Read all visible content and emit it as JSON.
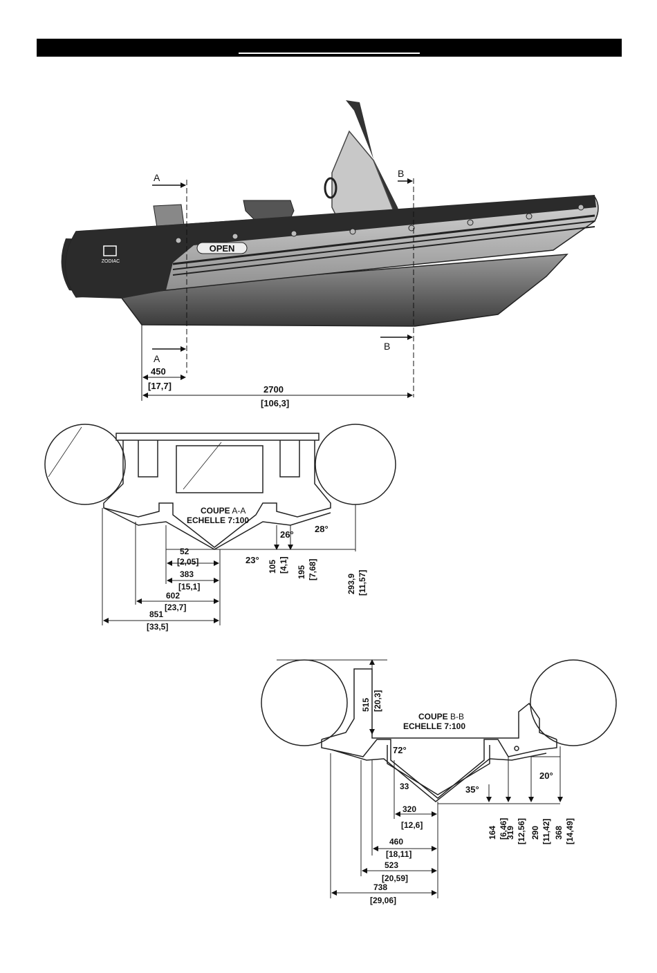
{
  "header": {
    "title": ""
  },
  "side_view": {
    "brand": "ZODIAC",
    "model_badge": "OPEN",
    "section_a_label": "A",
    "section_b_label": "B",
    "dim_450": "450",
    "dim_450_in": "[17,7]",
    "dim_2700": "2700",
    "dim_2700_in": "[106,3]"
  },
  "section_aa": {
    "title": "COUPE",
    "title_suffix": "A-A",
    "scale": "ECHELLE 7:100",
    "angle_26": "26°",
    "angle_28": "28°",
    "angle_23": "23°",
    "dim_52": "52",
    "dim_52_in": "[2,05]",
    "dim_383": "383",
    "dim_383_in": "[15,1]",
    "dim_602": "602",
    "dim_602_in": "[23,7]",
    "dim_851": "851",
    "dim_851_in": "[33,5]",
    "dim_105": "105",
    "dim_105_in": "[4,1]",
    "dim_195": "195",
    "dim_195_in": "[7,68]",
    "dim_2939": "293,9",
    "dim_2939_in": "[11,57]"
  },
  "section_bb": {
    "title": "COUPE",
    "title_suffix": "B-B",
    "scale": "ECHELLE 7:100",
    "dim_515": "515",
    "dim_515_in": "[20,3]",
    "angle_72": "72°",
    "angle_35": "35°",
    "angle_20": "20°",
    "dim_33": "33",
    "dim_320": "320",
    "dim_320_in": "[12,6]",
    "dim_460": "460",
    "dim_460_in": "[18,11]",
    "dim_523": "523",
    "dim_523_in": "[20,59]",
    "dim_738": "738",
    "dim_738_in": "[29,06]",
    "dim_164": "164",
    "dim_164_in": "[6,46]",
    "dim_319": "319",
    "dim_319_in": "[12,56]",
    "dim_290": "290",
    "dim_290_in": "[11,42]",
    "dim_368": "368",
    "dim_368_in": "[14,49]"
  }
}
